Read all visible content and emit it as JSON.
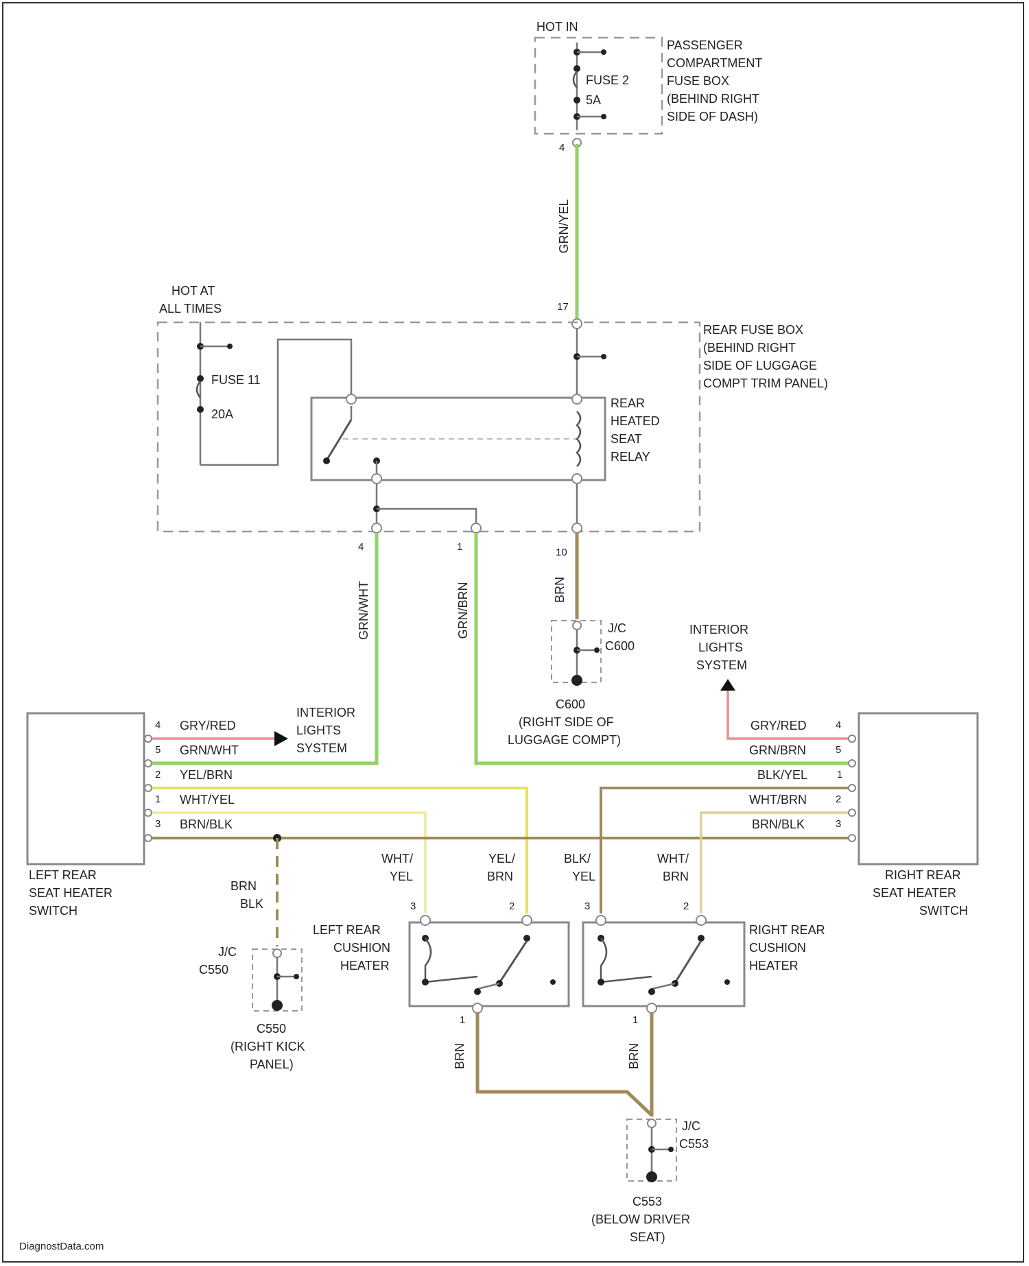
{
  "colors": {
    "green": "#8fd36a",
    "gray": "#808080",
    "brown": "#a08a5a",
    "yellow": "#e8e25a",
    "pink": "#e89090",
    "tan": "#d9d09a",
    "yellow_white": "#eeea9a",
    "black": "#222222"
  },
  "top": {
    "hot_in": "HOT IN",
    "fuse_label": "FUSE 2",
    "fuse_rating": "5A",
    "fusebox_lines": [
      "PASSENGER",
      "COMPARTMENT",
      "FUSE BOX",
      "(BEHIND RIGHT",
      "SIDE OF DASH)"
    ],
    "pin_top": "4",
    "wire_label": "GRN/YEL",
    "pin_bottom": "17"
  },
  "rear_fusebox": {
    "hot_at": [
      "HOT AT",
      "ALL TIMES"
    ],
    "fuse_label": "FUSE 11",
    "fuse_rating": "20A",
    "box_lines": [
      "REAR FUSE BOX",
      "(BEHIND RIGHT",
      "SIDE OF LUGGAGE",
      "COMPT TRIM PANEL)"
    ],
    "relay_lines": [
      "REAR",
      "HEATED",
      "SEAT",
      "RELAY"
    ],
    "pin_left": "4",
    "pin_mid": "1",
    "pin_right": "10"
  },
  "vertical_wires": {
    "left": "GRN/WHT",
    "mid": "GRN/BRN",
    "right": "BRN"
  },
  "jc_c600": {
    "jc": [
      "J/C",
      "C600"
    ],
    "ground": [
      "C600",
      "(RIGHT SIDE OF",
      "LUGGAGE COMPT)"
    ]
  },
  "interior_lights": [
    "INTERIOR",
    "LIGHTS",
    "SYSTEM"
  ],
  "left_switch": {
    "label": [
      "LEFT REAR",
      "SEAT HEATER",
      "SWITCH"
    ],
    "pins": [
      {
        "pin": "4",
        "wire": "GRY/RED"
      },
      {
        "pin": "5",
        "wire": "GRN/WHT"
      },
      {
        "pin": "2",
        "wire": "YEL/BRN"
      },
      {
        "pin": "1",
        "wire": "WHT/YEL"
      },
      {
        "pin": "3",
        "wire": "BRN/BLK"
      }
    ]
  },
  "right_switch": {
    "label": [
      "RIGHT REAR",
      "SEAT HEATER",
      "SWITCH"
    ],
    "pins": [
      {
        "pin": "4",
        "wire": "GRY/RED"
      },
      {
        "pin": "5",
        "wire": "GRN/BRN"
      },
      {
        "pin": "1",
        "wire": "BLK/YEL"
      },
      {
        "pin": "2",
        "wire": "WHT/BRN"
      },
      {
        "pin": "3",
        "wire": "BRN/BLK"
      }
    ]
  },
  "left_ground": {
    "wire": [
      "BRN",
      "BLK"
    ],
    "jc": [
      "J/C",
      "C550"
    ],
    "ground": [
      "C550",
      "(RIGHT KICK",
      "PANEL)"
    ]
  },
  "left_cushion": {
    "label": [
      "LEFT REAR",
      "CUSHION",
      "HEATER"
    ],
    "wire_a": [
      "WHT/",
      "YEL"
    ],
    "wire_b": [
      "YEL/",
      "BRN"
    ],
    "pin_a": "3",
    "pin_b": "2",
    "pin_bottom": "1",
    "wire_bottom": "BRN"
  },
  "right_cushion": {
    "label": [
      "RIGHT REAR",
      "CUSHION",
      "HEATER"
    ],
    "wire_a": [
      "BLK/",
      "YEL"
    ],
    "wire_b": [
      "WHT/",
      "BRN"
    ],
    "pin_a": "3",
    "pin_b": "2",
    "pin_bottom": "1",
    "wire_bottom": "BRN"
  },
  "bottom_ground": {
    "jc": [
      "J/C",
      "C553"
    ],
    "ground": [
      "C553",
      "(BELOW DRIVER",
      "SEAT)"
    ]
  },
  "watermark": "DiagnostData.com"
}
